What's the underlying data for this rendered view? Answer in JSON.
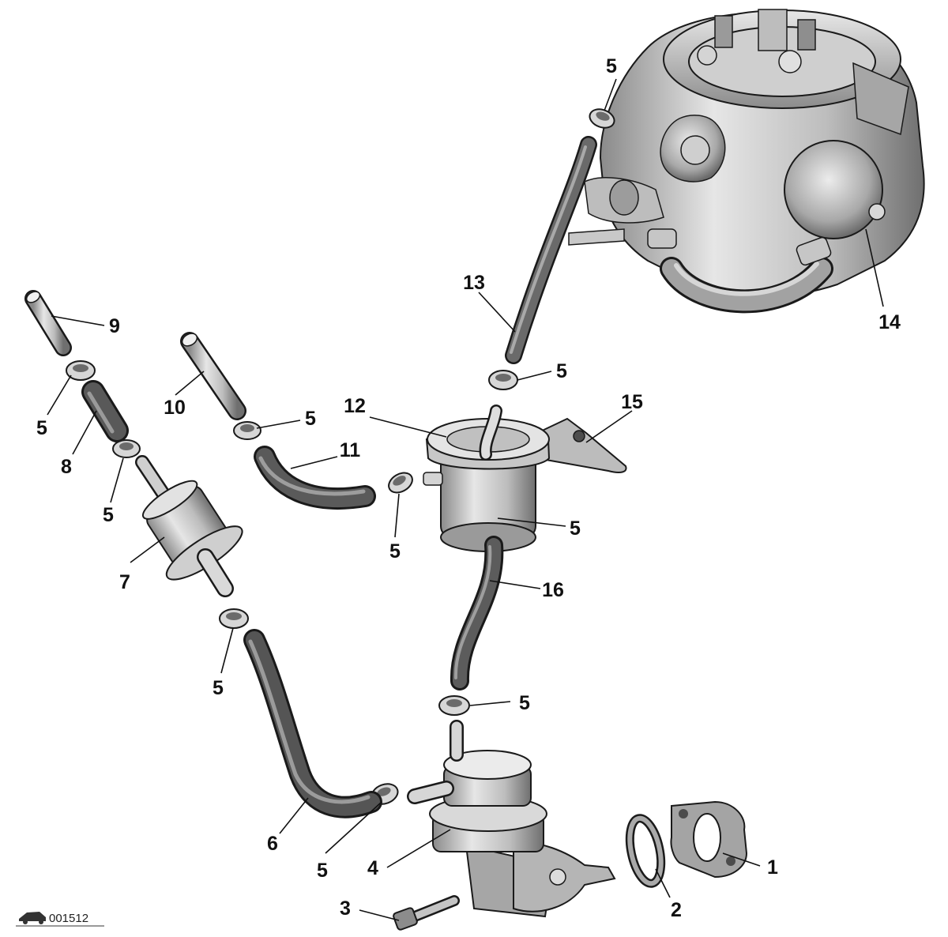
{
  "diagram": {
    "colors": {
      "metal_light": "#dcdcdc",
      "metal_mid": "#b4b4b4",
      "metal_dark": "#6e6e6e",
      "hose": "#555555",
      "hose_highlight": "#9a9a9a",
      "ink": "#111111"
    },
    "labels": {
      "l1": "1",
      "l2": "2",
      "l3": "3",
      "l4": "4",
      "l5a": "5",
      "l5b": "5",
      "l5c": "5",
      "l5d": "5",
      "l5e": "5",
      "l5f": "5",
      "l5g": "5",
      "l5h": "5",
      "l5i": "5",
      "l5j": "5",
      "l6": "6",
      "l7": "7",
      "l8": "8",
      "l9": "9",
      "l10": "10",
      "l11": "11",
      "l12": "12",
      "l13": "13",
      "l14": "14",
      "l15": "15",
      "l16": "16"
    },
    "code": "001512"
  }
}
